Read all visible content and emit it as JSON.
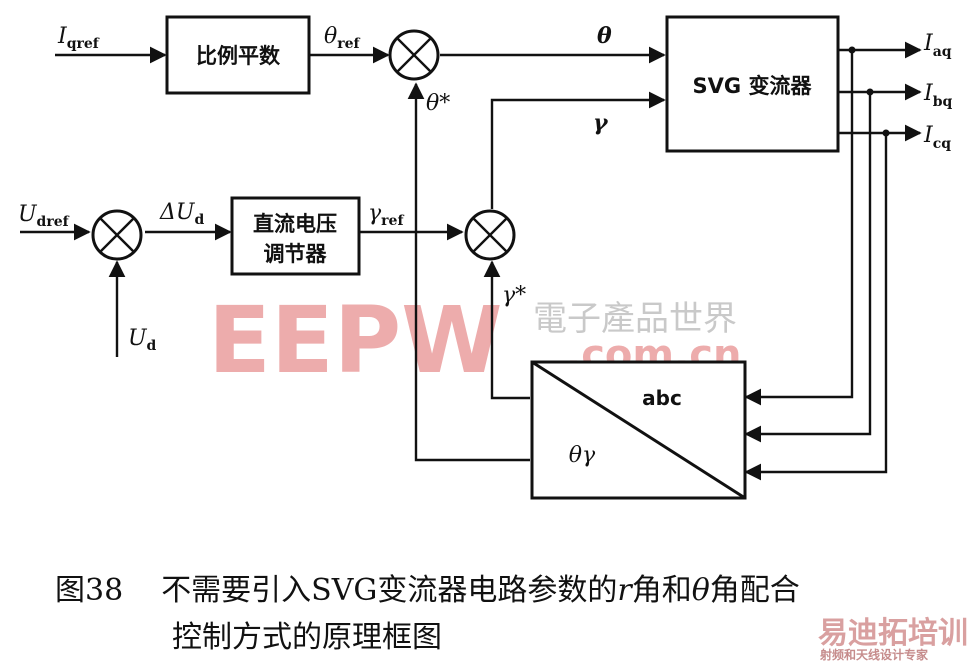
{
  "blocks": {
    "pi": "比例平数",
    "dc1": "直流电压",
    "dc2": "调节器",
    "svg": "SVG 变流器",
    "abc": "abc",
    "tg": "θγ"
  },
  "signals": {
    "iqref_main": "I",
    "iqref_sub": "qref",
    "thref_main": "θ",
    "thref_sub": "ref",
    "thstar": "θ*",
    "theta": "θ",
    "gamma": "γ",
    "udref_main": "U",
    "udref_sub": "dref",
    "dud_main": "ΔU",
    "dud_sub": "d",
    "ud_main": "U",
    "ud_sub": "d",
    "gref_main": "γ",
    "gref_sub": "ref",
    "gstar": "γ*",
    "ia_main": "I",
    "ia_sub": "aq",
    "ib_main": "I",
    "ib_sub": "bq",
    "ic_main": "I",
    "ic_sub": "cq"
  },
  "watermark": {
    "brand": "EEPW",
    "site": ".com.cn",
    "cn": "電子產品世界"
  },
  "caption": {
    "fig": "图38",
    "line1_a": "不需要引入SVG变流器电路参数的",
    "r": "r",
    "line1_b": "角和",
    "theta": "θ",
    "line1_c": "角配合",
    "line2": "控制方式的原理框图"
  },
  "logo": {
    "main": "易迪拓培训",
    "sub": "射频和天线设计专家"
  }
}
